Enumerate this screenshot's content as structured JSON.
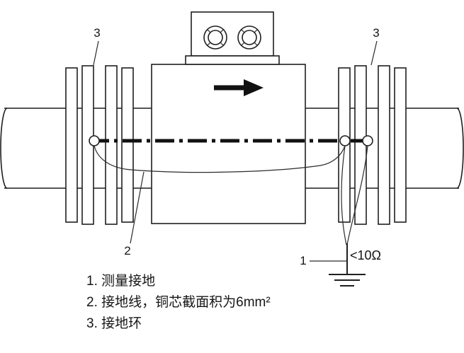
{
  "diagram": {
    "callouts": {
      "left_ring": "3",
      "right_ring": "3",
      "wire": "2",
      "ground": "1",
      "resistance": "<10Ω"
    },
    "legend": {
      "line1": "1. 测量接地",
      "line2": "2. 接地线，铜芯截面积为6mm²",
      "line3": "3. 接地环"
    },
    "colors": {
      "line": "#1f1f1f",
      "background": "#ffffff"
    }
  }
}
